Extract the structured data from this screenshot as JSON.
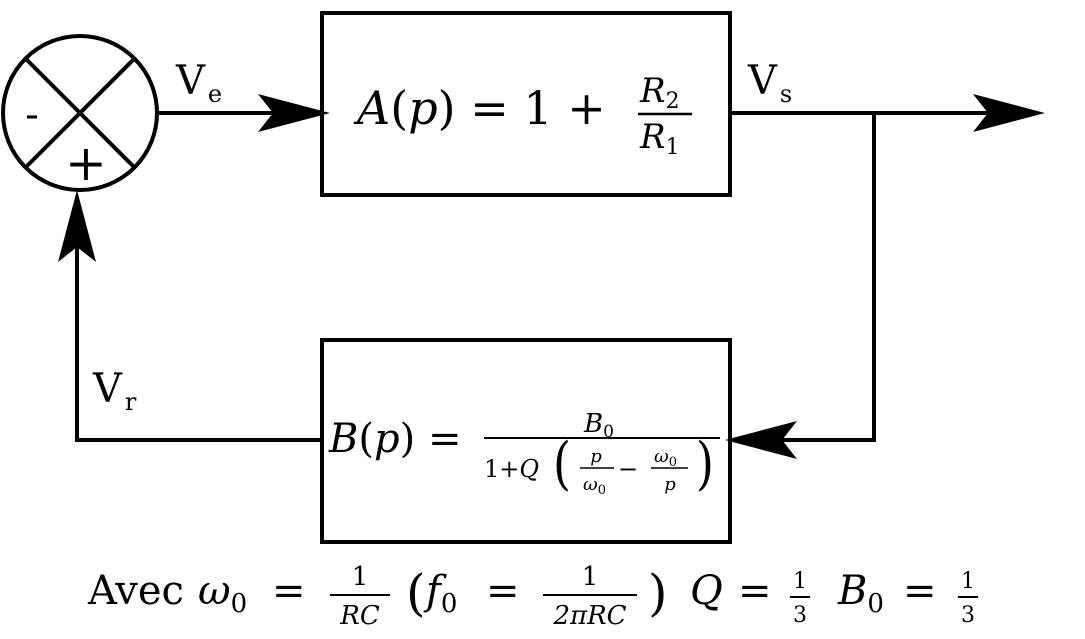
{
  "comparator": {
    "minus_sign": "-",
    "plus_sign": "+"
  },
  "signals": {
    "input": {
      "base": "V",
      "sub": "e"
    },
    "output": {
      "base": "V",
      "sub": "s"
    },
    "feedback": {
      "base": "V",
      "sub": "r"
    }
  },
  "blocks": {
    "forward": {
      "func": "A",
      "var": "p",
      "lhs_tail": ") = 1 +",
      "num": "R",
      "num_sub": "2",
      "den": "R",
      "den_sub": "1"
    },
    "feedback": {
      "func": "B",
      "var": "p",
      "lhs_tail": ") =",
      "num": "B",
      "num_sub": "0",
      "den_prefix": "1+",
      "den_Q": "Q",
      "inner_num1": "p",
      "inner_den1": "ω",
      "inner_den1_sub": "0",
      "minus": "−",
      "inner_num2": "ω",
      "inner_num2_sub": "0",
      "inner_den2": "p"
    }
  },
  "caption": {
    "prefix": "Avec",
    "omega": "ω",
    "omega_sub": "0",
    "eq": "=",
    "one": "1",
    "rc": "RC",
    "f": "f",
    "f_sub": "0",
    "two_pi_rc": "2πRC",
    "Q": "Q",
    "three": "3",
    "B": "B",
    "B_sub": "0"
  }
}
